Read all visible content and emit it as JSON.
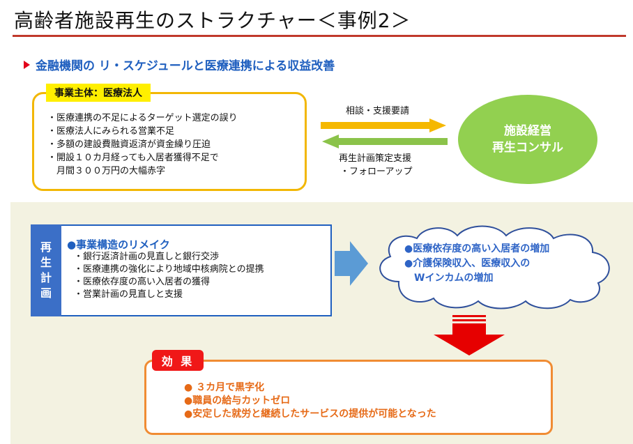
{
  "title": "高齢者施設再生のストラクチャー＜事例2＞",
  "subtitle": "金融機関の リ・スケジュールと医療連携による収益改善",
  "entity": {
    "label": "事業主体：医療法人",
    "items": [
      "・医療連携の不足によるターゲット選定の誤り",
      "・医療法人にみられる営業不足",
      "・多額の建設費融資返済が資金繰り圧迫",
      "・開設１０カ月経っても入居者獲得不足で",
      "　月間３００万円の大幅赤字"
    ]
  },
  "flow": {
    "to_consultant": "相談・支援要請",
    "from_consultant_line1": "再生計画策定支援",
    "from_consultant_line2": "・フォローアップ"
  },
  "consultant": {
    "line1": "施設経営",
    "line2": "再生コンサル"
  },
  "plan": {
    "side_chars": [
      "再",
      "生",
      "計",
      "画"
    ],
    "heading": "●事業構造のリメイク",
    "items": [
      "・銀行返済計画の見直しと銀行交渉",
      "・医療連携の強化により地域中核病院との提携",
      "・医療依存度の高い入居者の獲得",
      "・営業計画の見直しと支援"
    ]
  },
  "outcome": {
    "line1": "●医療依存度の高い入居者の増加",
    "line2": "●介護保険収入、医療収入の",
    "line3": "　Wインカムの増加"
  },
  "effect": {
    "label": "効 果",
    "items": [
      "● ３カ月で黒字化",
      "●職員の給与カットゼロ",
      "●安定した就労と継続したサービスの提供が可能となった"
    ]
  },
  "colors": {
    "title_rule": "#c0392b",
    "subtitle_text": "#1f5fbf",
    "entity_border": "#f2b705",
    "entity_label_bg": "#ffef00",
    "arrow_yellow": "#f5b800",
    "arrow_green": "#8bc34a",
    "consultant_bg": "#92d050",
    "band_bg": "#f3f2e1",
    "plan_blue": "#3b6fc7",
    "arrow_blue": "#5b9bd5",
    "cloud_text": "#2e64c6",
    "arrow_red": "#e60000",
    "effect_border": "#f08c33",
    "effect_label_bg": "#f01818",
    "effect_text": "#e66a17"
  }
}
